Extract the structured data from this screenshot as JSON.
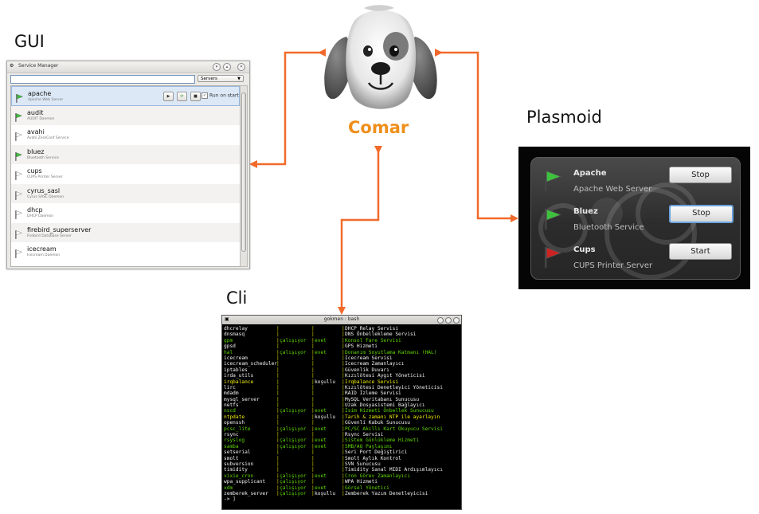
{
  "labels": {
    "gui": "GUI",
    "comar": "Comar",
    "plasmoid": "Plasmoid",
    "cli": "Cli"
  },
  "colors": {
    "arrow": "#f26a2b",
    "comar_text": "#ef8f1c",
    "flag_green": "#3ec23e",
    "flag_white": "#ffffff",
    "flag_red": "#cc2222"
  },
  "gui_window": {
    "title": "Service Manager",
    "search_value": "",
    "filter_selected": "Servers",
    "services": [
      {
        "name": "apache",
        "description": "Apache Web Server",
        "flag": "green",
        "selected": true,
        "run_on_start_label": "Run on start",
        "run_on_start": true
      },
      {
        "name": "audit",
        "description": "AUDIT Daemon",
        "flag": "green"
      },
      {
        "name": "avahi",
        "description": "Avahi ZeroConf Service",
        "flag": "white"
      },
      {
        "name": "bluez",
        "description": "Bluetooth Service",
        "flag": "green"
      },
      {
        "name": "cups",
        "description": "CUPS Printer Server",
        "flag": "white"
      },
      {
        "name": "cyrus_sasl",
        "description": "Cyrus SASL Daemon",
        "flag": "white"
      },
      {
        "name": "dhcp",
        "description": "DHCP Daemon",
        "flag": "white"
      },
      {
        "name": "firebird_superserver",
        "description": "Firebird Database Server",
        "flag": "white"
      },
      {
        "name": "icecream",
        "description": "Icecream Daemon",
        "flag": "white"
      }
    ]
  },
  "plasmoid": {
    "services": [
      {
        "name": "Apache",
        "description": "Apache Web Server",
        "flag": "green",
        "button": "Stop"
      },
      {
        "name": "Bluez",
        "description": "Bluetooth Service",
        "flag": "green",
        "button": "Stop"
      },
      {
        "name": "Cups",
        "description": "CUPS Printer Server",
        "flag": "red",
        "button": "Start"
      }
    ]
  },
  "cli": {
    "title": "gokmen : bash",
    "prompt": "-> ]",
    "rows": [
      {
        "name": "dhcrelay",
        "state": "",
        "autostart": "",
        "desc": "DHCP Relay Servisi",
        "color": "w"
      },
      {
        "name": "dnsmasq",
        "state": "",
        "autostart": "",
        "desc": "DNS Önbellekleme Servisi",
        "color": "w"
      },
      {
        "name": "gpm",
        "state": "çalışıyor",
        "autostart": "evet",
        "desc": "Konsol Fare Servisi",
        "color": "g"
      },
      {
        "name": "gpsd",
        "state": "",
        "autostart": "",
        "desc": "GPS Hizmeti",
        "color": "w"
      },
      {
        "name": "hal",
        "state": "çalışıyor",
        "autostart": "evet",
        "desc": "Donanım Soyutlama Katmanı (HAL)",
        "color": "g"
      },
      {
        "name": "icecream",
        "state": "",
        "autostart": "",
        "desc": "Icecream Servisi",
        "color": "w"
      },
      {
        "name": "icecream_scheduler",
        "state": "",
        "autostart": "",
        "desc": "Icecream Zamanlayıcı",
        "color": "w"
      },
      {
        "name": "iptables",
        "state": "",
        "autostart": "",
        "desc": "Güvenlik Duvarı",
        "color": "w"
      },
      {
        "name": "irda_utils",
        "state": "",
        "autostart": "",
        "desc": "Kızılötesi Aygıt Yöneticisi",
        "color": "w"
      },
      {
        "name": "irqbalance",
        "state": "",
        "autostart": "koşullu",
        "desc": "Irqbalance Servisi",
        "color": "y"
      },
      {
        "name": "lirc",
        "state": "",
        "autostart": "",
        "desc": "Kızılötesi Denetleyici Yöneticisi",
        "color": "w"
      },
      {
        "name": "mdadm",
        "state": "",
        "autostart": "",
        "desc": "RAID İzleme Servisi",
        "color": "w"
      },
      {
        "name": "mysql_server",
        "state": "",
        "autostart": "",
        "desc": "MySQL Veritabanı Sunucusu",
        "color": "w"
      },
      {
        "name": "netfs",
        "state": "",
        "autostart": "",
        "desc": "Uzak Dosyasistemi Bağlayıcı",
        "color": "w"
      },
      {
        "name": "nscd",
        "state": "çalışıyor",
        "autostart": "evet",
        "desc": "İsim Hizmeti Önbellek Sunucusu",
        "color": "g"
      },
      {
        "name": "ntpdate",
        "state": "",
        "autostart": "koşullu",
        "desc": "Tarih & zamanı NTP ile ayarlayın",
        "color": "y"
      },
      {
        "name": "openssh",
        "state": "",
        "autostart": "",
        "desc": "Güvenli Kabuk Sunucusu",
        "color": "w"
      },
      {
        "name": "pcsc_lite",
        "state": "çalışıyor",
        "autostart": "evet",
        "desc": "PC/SC Akıllı Kart Okuyucu Servisi",
        "color": "g"
      },
      {
        "name": "rsync",
        "state": "",
        "autostart": "",
        "desc": "Rsync Servisi",
        "color": "w"
      },
      {
        "name": "rsyslog",
        "state": "çalışıyor",
        "autostart": "evet",
        "desc": "Sistem Günlükleme Hizmeti",
        "color": "g"
      },
      {
        "name": "samba",
        "state": "çalışıyor",
        "autostart": "evet",
        "desc": "SMB/AQ Paylaşımı",
        "color": "g"
      },
      {
        "name": "setserial",
        "state": "",
        "autostart": "",
        "desc": "Seri Port Değiştirici",
        "color": "w"
      },
      {
        "name": "smolt",
        "state": "",
        "autostart": "",
        "desc": "Smolt Aylık Kontrol",
        "color": "w"
      },
      {
        "name": "subversion",
        "state": "",
        "autostart": "",
        "desc": "SVN Sunucusu",
        "color": "w"
      },
      {
        "name": "timidity",
        "state": "",
        "autostart": "",
        "desc": "Timidity Sanal MIDI Ardışımlayıcı",
        "color": "w"
      },
      {
        "name": "vixie_cron",
        "state": "çalışıyor",
        "autostart": "evet",
        "desc": "Cron Görev Zamanlayıcı",
        "color": "g"
      },
      {
        "name": "wpa_supplicant",
        "state": "çalışıyor",
        "autostart": "",
        "desc": "WPA Hizmeti",
        "color": "w"
      },
      {
        "name": "xdm",
        "state": "çalışıyor",
        "autostart": "evet",
        "desc": "Görsel Yönetici",
        "color": "g"
      },
      {
        "name": "zemberek_server",
        "state": "çalışıyor",
        "autostart": "koşullu",
        "desc": "Zemberek Yazım Denetleyicisi",
        "color": "w"
      }
    ]
  }
}
